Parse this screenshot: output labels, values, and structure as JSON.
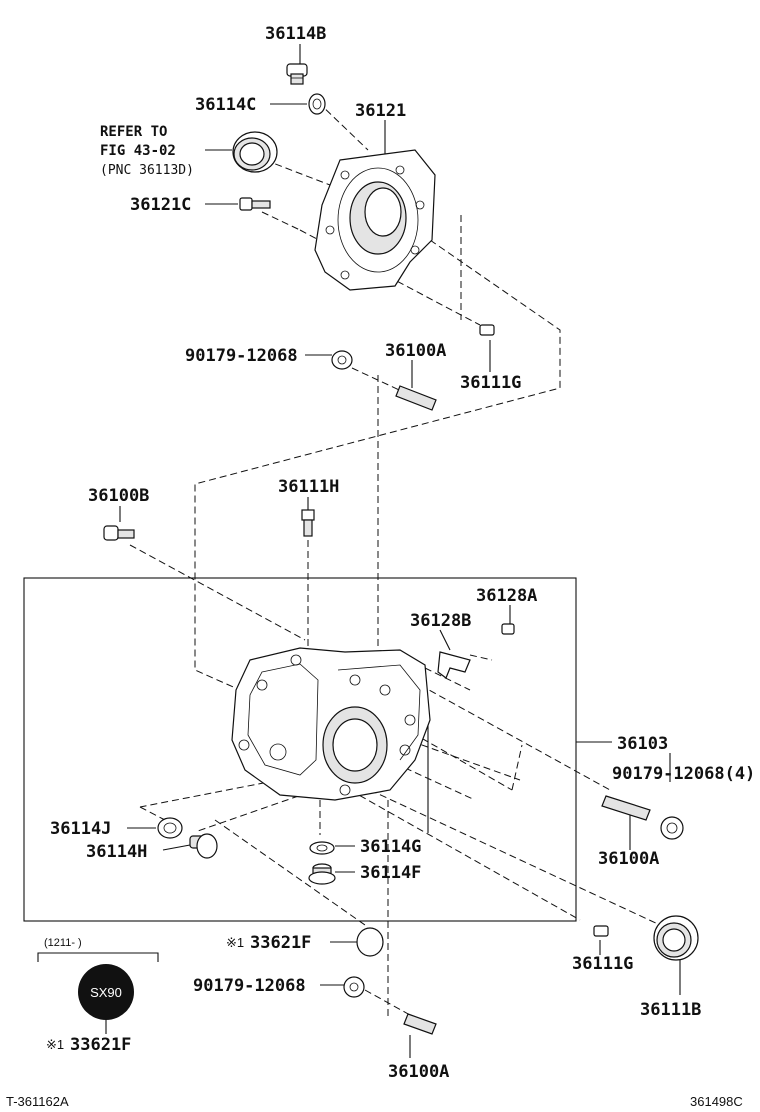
{
  "labels": {
    "p36114B_top": "36114B",
    "p36114C": "36114C",
    "p36121": "36121",
    "p36121C": "36121C",
    "p90179_top": "90179-12068",
    "p36100A_top": "36100A",
    "p36111G_top": "36111G",
    "p36100B": "36100B",
    "p36111H": "36111H",
    "p36128A": "36128A",
    "p36128B": "36128B",
    "p36103": "36103",
    "p90179_right": "90179-12068(4)",
    "p36114J": "36114J",
    "p36114H": "36114H",
    "p36114G": "36114G",
    "p36114F": "36114F",
    "p36100A_right": "36100A",
    "p33621F_mid": "33621F",
    "p36111G_bottom": "36111G",
    "p90179_bottom": "90179-12068",
    "p36111B": "36111B",
    "p33621F_bottom": "33621F",
    "p36100A_bottom": "36100A"
  },
  "reference_note": {
    "line1": "REFER TO",
    "line2": "FIG 43-02",
    "line3": "(PNC 36113D)"
  },
  "marks": {
    "note_mark_mid": "※1",
    "note_mark_bottom": "※1"
  },
  "date_range": "(1211-      )",
  "badge": "SX90",
  "footer": {
    "left": "T-361162A",
    "right": "361498C"
  }
}
